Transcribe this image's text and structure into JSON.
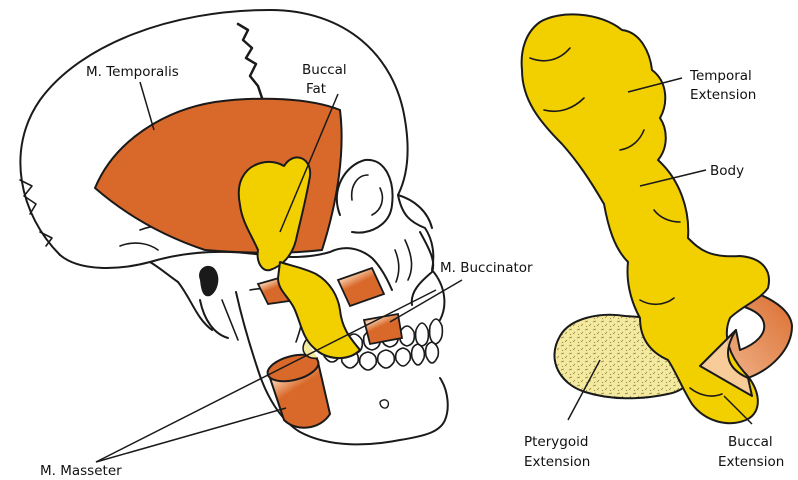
{
  "colors": {
    "fat": "#f2d000",
    "fat_stroke": "#1a1a1a",
    "muscle_dark": "#d9692a",
    "muscle_light": "#f7cba8",
    "pterygoid_fill": "#f4e9a0",
    "bone_stroke": "#1a1a1a",
    "arrow": "#e0692c"
  },
  "labels": {
    "temporalis": "M. Temporalis",
    "buccal_fat_line1": "Buccal",
    "buccal_fat_line2": "Fat",
    "buccinator": "M. Buccinator",
    "masseter": "M. Masseter",
    "temporal_ext_line1": "Temporal",
    "temporal_ext_line2": "Extension",
    "body": "Body",
    "pterygoid_ext_line1": "Pterygoid",
    "pterygoid_ext_line2": "Extension",
    "buccal_ext_line1": "Buccal",
    "buccal_ext_line2": "Extension"
  }
}
